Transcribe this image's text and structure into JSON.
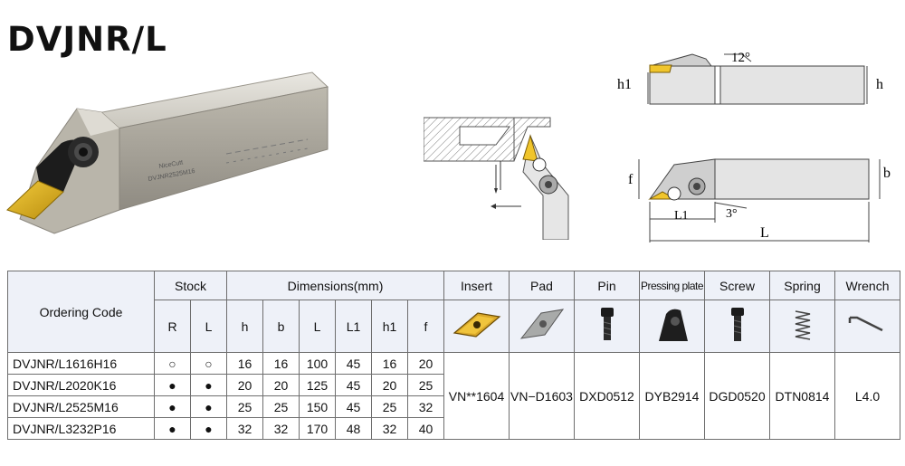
{
  "title": "DVJNR/L",
  "photo": {
    "brand": "NiceCutt",
    "model": "DVJNR2525M16"
  },
  "diagram": {
    "angle_top": "12°",
    "angle_bottom": "3°",
    "dim_h1": "h1",
    "dim_h": "h",
    "dim_f": "f",
    "dim_b": "b",
    "dim_L1": "L1",
    "dim_L": "L"
  },
  "table": {
    "ordering_code": "Ordering Code",
    "stock": "Stock",
    "dimensions": "Dimensions(mm)",
    "insert": "Insert",
    "pad": "Pad",
    "pin": "Pin",
    "pressing_plate": "Pressing plate",
    "screw": "Screw",
    "spring": "Spring",
    "wrench": "Wrench",
    "R": "R",
    "L": "L",
    "dim_cols": [
      "h",
      "b",
      "L",
      "L1",
      "h1",
      "f"
    ],
    "rows": [
      {
        "code": "DVJNR/L1616H16",
        "R": "○",
        "L": "○",
        "h": "16",
        "b": "16",
        "Lv": "100",
        "L1": "45",
        "h1": "16",
        "f": "20"
      },
      {
        "code": "DVJNR/L2020K16",
        "R": "●",
        "L": "●",
        "h": "20",
        "b": "20",
        "Lv": "125",
        "L1": "45",
        "h1": "20",
        "f": "25"
      },
      {
        "code": "DVJNR/L2525M16",
        "R": "●",
        "L": "●",
        "h": "25",
        "b": "25",
        "Lv": "150",
        "L1": "45",
        "h1": "25",
        "f": "32"
      },
      {
        "code": "DVJNR/L3232P16",
        "R": "●",
        "L": "●",
        "h": "32",
        "b": "32",
        "Lv": "170",
        "L1": "48",
        "h1": "32",
        "f": "40"
      }
    ],
    "insert_val": "VN**1604",
    "pad_val": "VN−D1603",
    "pin_val": "DXD0512",
    "pressing_plate_val": "DYB2914",
    "screw_val": "DGD0520",
    "spring_val": "DTN0814",
    "wrench_val": "L4.0"
  }
}
